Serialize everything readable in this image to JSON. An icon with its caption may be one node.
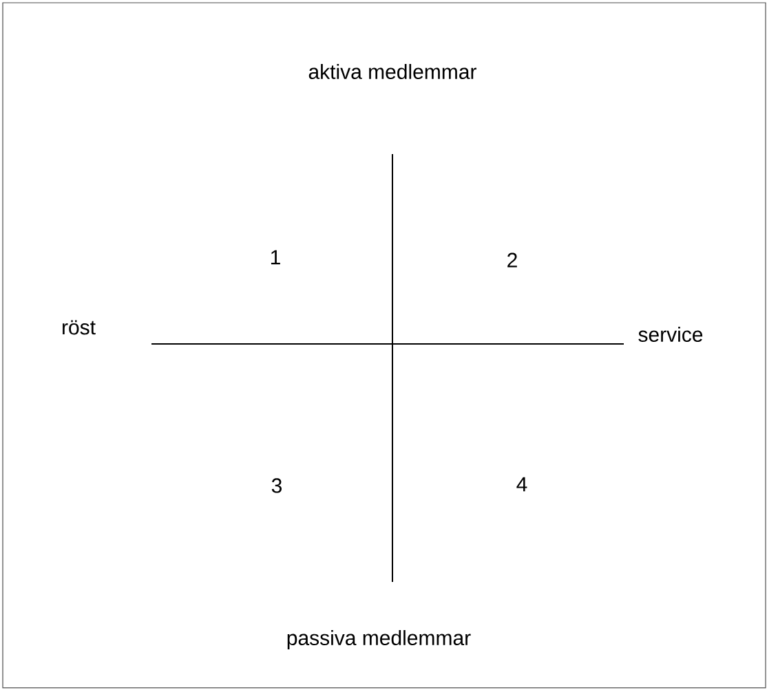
{
  "diagram": {
    "labels": [
      "aktiva medlemmar",
      "1",
      "2",
      "röst",
      "service",
      "3",
      "4",
      "passiva medlemmar"
    ]
  }
}
